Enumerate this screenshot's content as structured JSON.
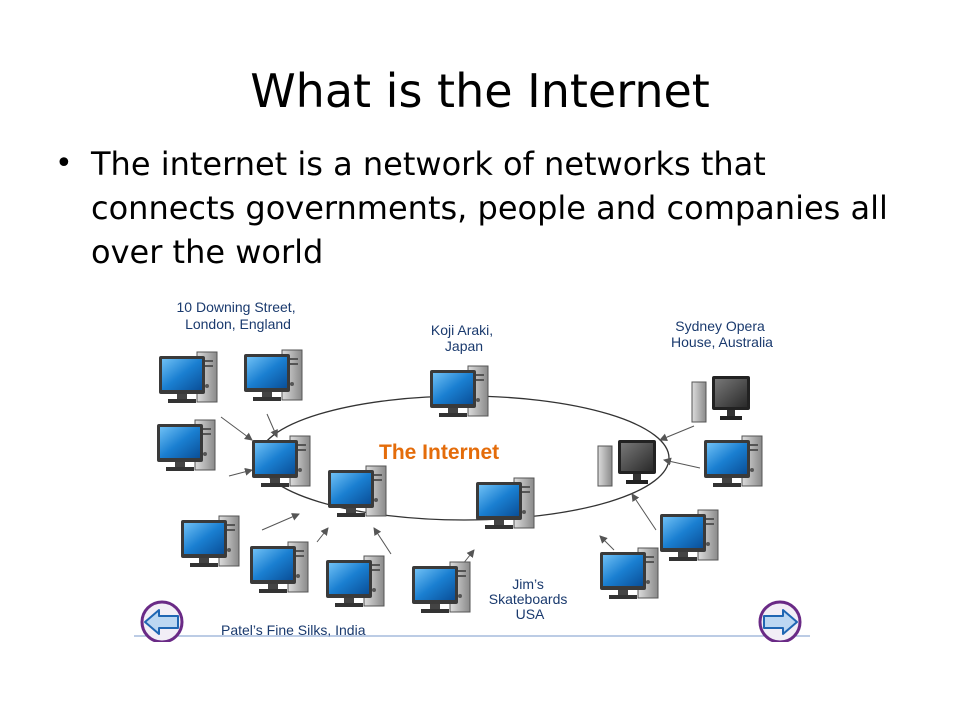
{
  "slide": {
    "title": "What is the Internet",
    "bullet": "The internet is a network of networks that connects governments, people and companies all over the world"
  },
  "diagram": {
    "center_label": "The Internet",
    "locations": {
      "downing": [
        "10 Downing Street,",
        "London, England"
      ],
      "koji": [
        "Koji Araki,",
        "Japan"
      ],
      "sydney": [
        "Sydney Opera",
        "House, Australia"
      ],
      "jims": [
        "Jim’s",
        "Skateboards",
        "USA"
      ],
      "patel": [
        "Patel’s Fine Silks, India"
      ]
    },
    "colors": {
      "center_label": "#e46c0a",
      "screen": "#1a7fd1",
      "nav_button": "#6a2a86",
      "nav_arrow": "#1f66b3"
    },
    "icons": [
      "computer-icon",
      "arrow-left-icon",
      "arrow-right-icon"
    ]
  }
}
